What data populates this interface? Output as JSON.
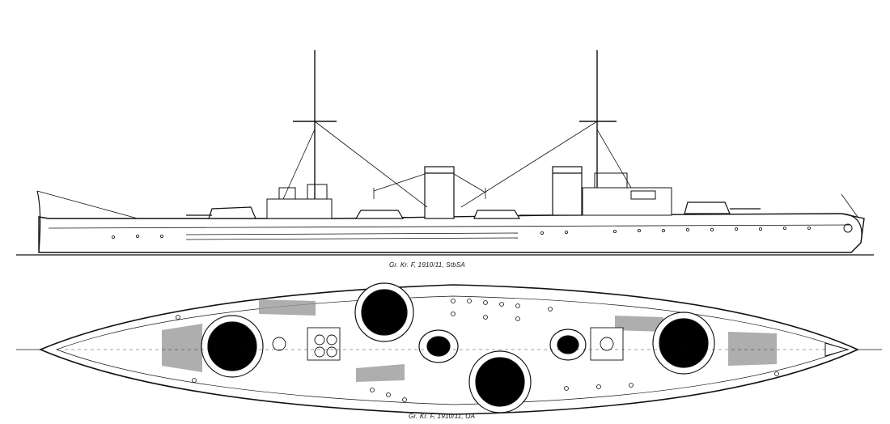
{
  "drawings": [
    {
      "view": "side elevation",
      "caption": "Gr. Kr. F, 1910/11, StbSA"
    },
    {
      "view": "plan view",
      "caption": "Gr. Kr. F, 1910/11, OA"
    }
  ],
  "colors": {
    "ink": "#111111",
    "paper": "#ffffff",
    "turret_fill": "#000000",
    "hatch": "#8a8a8a"
  }
}
